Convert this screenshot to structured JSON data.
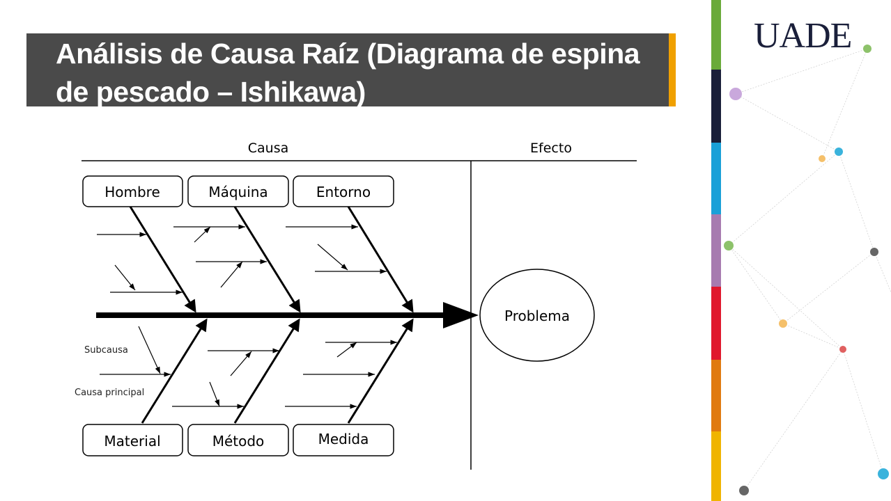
{
  "slide": {
    "title": "Análisis de Causa Raíz (Diagrama de espina de pescado – Ishikawa)",
    "logo_text": "UADE",
    "stripe_colors": [
      "#6aaa3a",
      "#1a1f3a",
      "#1aa0d8",
      "#a77bb0",
      "#e0182d",
      "#e07a10",
      "#f0b400"
    ]
  },
  "diagram": {
    "header_causa": "Causa",
    "header_efecto": "Efecto",
    "effect": "Problema",
    "top_categories": [
      "Hombre",
      "Máquina",
      "Entorno"
    ],
    "bottom_categories": [
      "Material",
      "Método",
      "Medida"
    ],
    "legend_subcause": "Subcausa",
    "legend_main_cause": "Causa principal"
  }
}
